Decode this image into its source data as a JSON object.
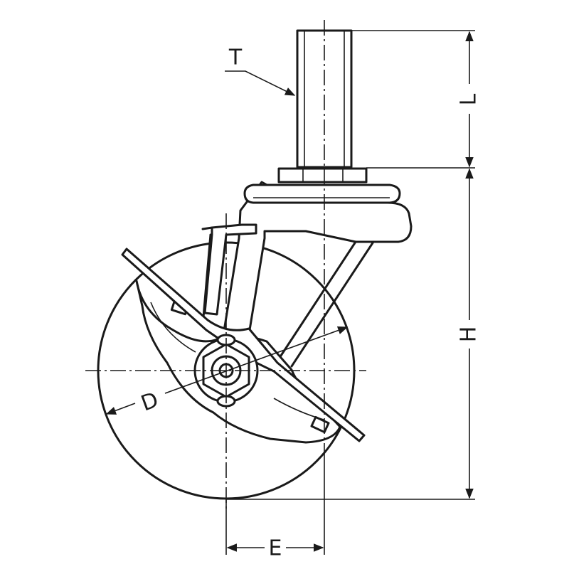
{
  "labels": {
    "thread": "T",
    "stem_length": "L",
    "height": "H",
    "wheel_diameter": "D",
    "offset": "E"
  },
  "colors": {
    "line": "#1a1a1a",
    "background": "#ffffff"
  }
}
